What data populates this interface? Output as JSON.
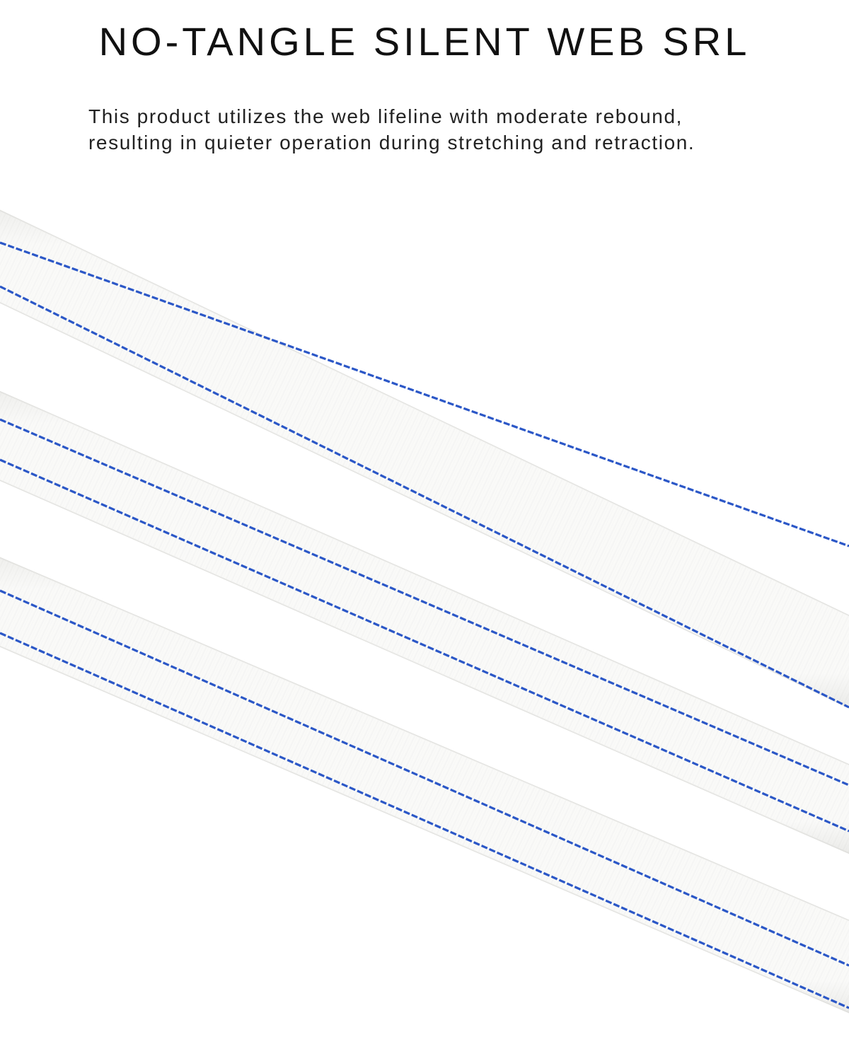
{
  "title": "NO-TANGLE SILENT WEB SRL",
  "description": {
    "line1": "This product utilizes the web lifeline with moderate rebound,",
    "line2": "resulting in quieter operation during stretching and retraction."
  },
  "colors": {
    "background": "#ffffff",
    "webbing": "#f8f8f6",
    "webbing_shadow": "#d9d9d6",
    "stitch": "#2b57c7",
    "stitch_light": "#5f8fe0"
  },
  "figure": {
    "subject": "white webbing straps with blue stitch lines",
    "strap_count": 3,
    "stitch_lines_per_strap": 2
  }
}
